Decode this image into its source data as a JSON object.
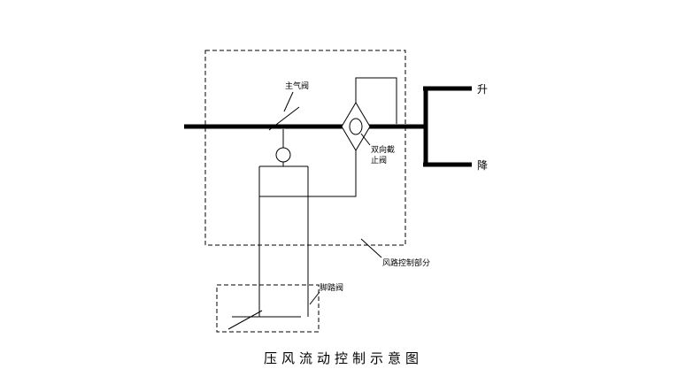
{
  "title": "压风流动控制示意图",
  "labels": {
    "main_valve": "主气阀",
    "shuttle_valve_line1": "双向截",
    "shuttle_valve_line2": "止阀",
    "air_circuit_section": "风路控制部分",
    "foot_valve": "脚踏阀",
    "output_raise": "升",
    "output_lower": "降"
  },
  "colors": {
    "line": "#000000",
    "background": "#ffffff"
  }
}
